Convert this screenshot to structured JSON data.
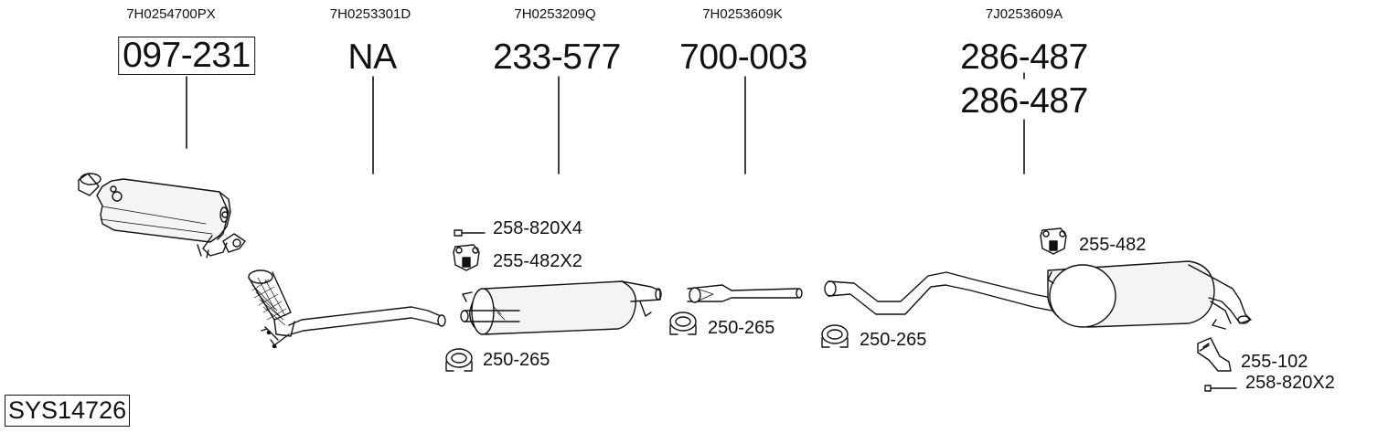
{
  "diagram": {
    "system_code": "SYS14726",
    "parts": [
      {
        "oe": "7H0254700PX",
        "ref": "097-231",
        "boxed": true
      },
      {
        "oe": "7H0253301D",
        "ref": "NA",
        "boxed": false
      },
      {
        "oe": "7H0253209Q",
        "ref": "233-577",
        "boxed": false
      },
      {
        "oe": "7H0253609K",
        "ref": "700-003",
        "boxed": false
      },
      {
        "oe": "7J0253609A",
        "ref": "286-487",
        "ref2": "286-487",
        "boxed": false
      }
    ],
    "accessories": {
      "bolt_1": "258-820X4",
      "hanger_1": "255-482X2",
      "clamp_1": "250-265",
      "clamp_2": "250-265",
      "clamp_3": "250-265",
      "hanger_2": "255-482",
      "bracket": "255-102",
      "bolt_2": "258-820X2"
    }
  }
}
